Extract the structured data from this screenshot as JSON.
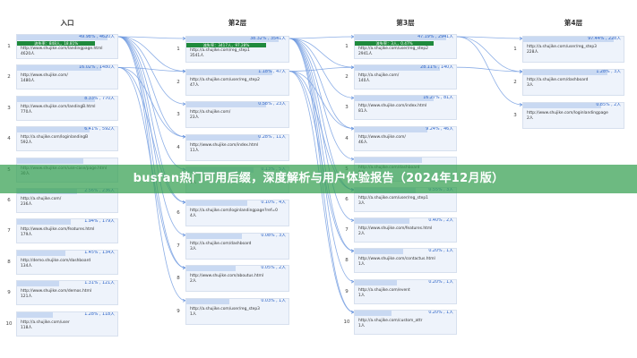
{
  "columns": [
    {
      "title": "入口",
      "cards": [
        {
          "pct": "49.98% , 4620人",
          "url": "http://www.shujike.com/landingpage.html",
          "count": "4620人",
          "exit": "流失率：848人，18.81%"
        },
        {
          "pct": "16.02% , 1480人",
          "url": "http://www.shujike.com/",
          "count": "1480人"
        },
        {
          "pct": "8.33% , 770人",
          "url": "http://www.shujike.com/landingB.html",
          "count": "770人"
        },
        {
          "pct": "6.41% , 592人",
          "url": "http://a.shujike.com/loginlandingB",
          "count": "592人"
        },
        {
          "pct": "",
          "url": "http://www.shujike.com/use-case/page.html",
          "count": "30人"
        },
        {
          "pct": "2.56% , 236人",
          "url": "http://a.shujike.com/",
          "count": "236人"
        },
        {
          "pct": "1.94% , 179人",
          "url": "http://www.shujike.com/features.html",
          "count": "179人"
        },
        {
          "pct": "1.45% , 134人",
          "url": "http://demo.shujike.com/dashboard",
          "count": "134人"
        },
        {
          "pct": "1.31% , 121人",
          "url": "http://www.shujike.com/demos.html",
          "count": "121人"
        },
        {
          "pct": "1.28% , 118人",
          "url": "http://a.shujike.com/user",
          "count": "118人"
        }
      ]
    },
    {
      "title": "第2层",
      "cards": [
        {
          "pct": "38.32% , 3541人",
          "url": "http://a.shujike.com/reg_step1",
          "count": "3541人",
          "exit": "流失率：3417人，97.28%"
        },
        {
          "pct": "1.18% , 47人",
          "url": "http://a.shujike.com/user/reg_step2",
          "count": "47人"
        },
        {
          "pct": "0.58% , 23人",
          "url": "http://a.shujike.com/",
          "count": "23人"
        },
        {
          "pct": "0.28% , 11人",
          "url": "http://www.shujike.com/index.html",
          "count": "11人"
        },
        {
          "pct": "0.13% , 5人",
          "url": "",
          "count": "5人"
        },
        {
          "pct": "0.10% , 4人",
          "url": "http://a.shujike.com/loginlandingpage?ref=0",
          "count": "4人"
        },
        {
          "pct": "0.08% , 3人",
          "url": "http://a.shujike.com/dashboard",
          "count": "3人"
        },
        {
          "pct": "0.05% , 2人",
          "url": "http://www.shujike.com/aboutus.html",
          "count": "2人"
        },
        {
          "pct": "0.03% , 1人",
          "url": "http://a.shujike.com/user/reg_step3",
          "count": "1人"
        }
      ]
    },
    {
      "title": "第3层",
      "cards": [
        {
          "pct": "47.19% , 2941人",
          "url": "http://a.shujike.com/user/reg_step2",
          "count": "2941人",
          "exit": "流失率：3人，0.47%"
        },
        {
          "pct": "28.11% , 140人",
          "url": "http://a.shujike.com/",
          "count": "140人"
        },
        {
          "pct": "16.27% , 81人",
          "url": "http://www.shujike.com/index.html",
          "count": "81人"
        },
        {
          "pct": "9.24% , 46人",
          "url": "http://www.shujike.com/",
          "count": "46人"
        },
        {
          "pct": "",
          "url": "http://a.shujike.com/dashboard",
          "count": "9人"
        },
        {
          "pct": "0.55% , 3人",
          "url": "http://a.shujike.com/user/reg_step1",
          "count": "3人"
        },
        {
          "pct": "0.40% , 2人",
          "url": "http://www.shujike.com/features.html",
          "count": "2人"
        },
        {
          "pct": "0.20% , 1人",
          "url": "http://www.shujike.com/contactus.html",
          "count": "1人"
        },
        {
          "pct": "0.20% , 1人",
          "url": "http://a.shujike.com/event",
          "count": "1人"
        },
        {
          "pct": "0.20% , 1人",
          "url": "http://a.shujike.com/custom_attr",
          "count": "1人"
        }
      ]
    },
    {
      "title": "第4层",
      "cards": [
        {
          "pct": "97.44% , 228人",
          "url": "http://a.shujike.com/user/reg_step3",
          "count": "228人"
        },
        {
          "pct": "1.28% , 3人",
          "url": "http://a.shujike.com/dashboard",
          "count": "3人"
        },
        {
          "pct": "0.85% , 2人",
          "url": "http://www.shujike.com/loginlandingpage",
          "count": "2人"
        }
      ]
    }
  ],
  "banner": {
    "title": "busfan热门可用后缀，深度解析与用户体验报告（2024年12月版）"
  },
  "colors": {
    "link": "#2a62c7",
    "card": "#eef3fb",
    "exit": "#1f8a3c",
    "banner": "#34a050"
  }
}
